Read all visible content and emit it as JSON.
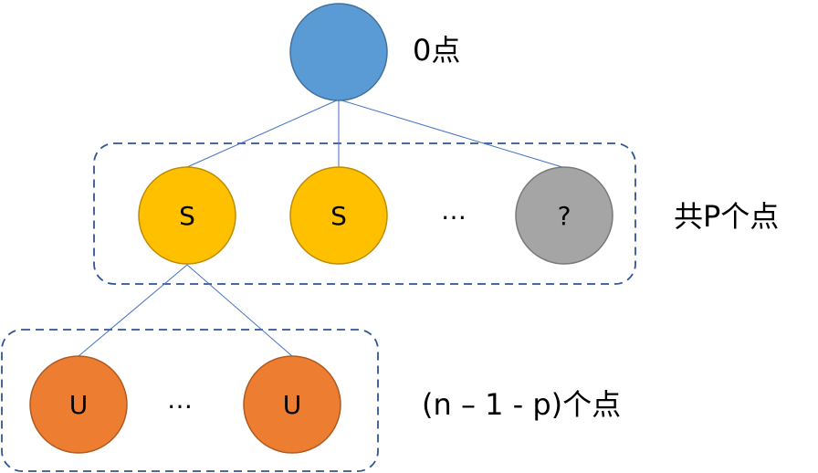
{
  "diagram": {
    "root": {
      "label": "",
      "side_label": "0点",
      "color": "#5b9bd5",
      "stroke": "#41719c"
    },
    "level1": {
      "nodes": [
        {
          "label": "S",
          "color": "#ffc000",
          "stroke": "#bc8c00"
        },
        {
          "label": "S",
          "color": "#ffc000",
          "stroke": "#bc8c00"
        },
        {
          "label": "?",
          "color": "#a5a5a5",
          "stroke": "#787878"
        }
      ],
      "ellipsis": "…",
      "side_label": "共P个点"
    },
    "level2": {
      "nodes": [
        {
          "label": "U",
          "color": "#ed7d31",
          "stroke": "#ae5a21"
        },
        {
          "label": "U",
          "color": "#ed7d31",
          "stroke": "#ae5a21"
        }
      ],
      "ellipsis": "…",
      "side_label": "(n – 1 - p)个点"
    },
    "colors": {
      "edge": "#4472c4",
      "group_border": "#2f5597"
    }
  }
}
